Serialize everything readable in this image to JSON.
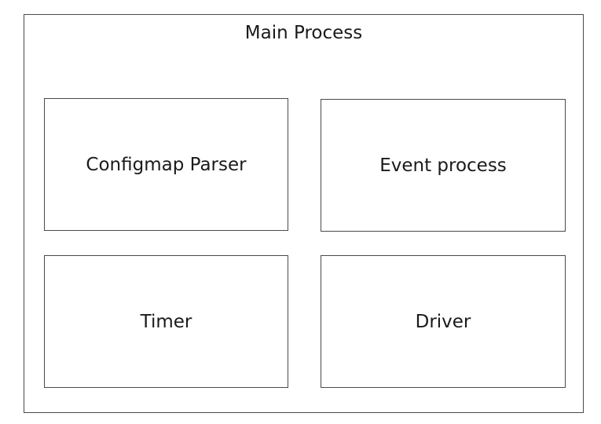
{
  "diagram": {
    "container": {
      "label": "Main Process"
    },
    "modules": [
      {
        "label": "Configmap Parser"
      },
      {
        "label": "Event process"
      },
      {
        "label": "Timer"
      },
      {
        "label": "Driver"
      }
    ]
  }
}
